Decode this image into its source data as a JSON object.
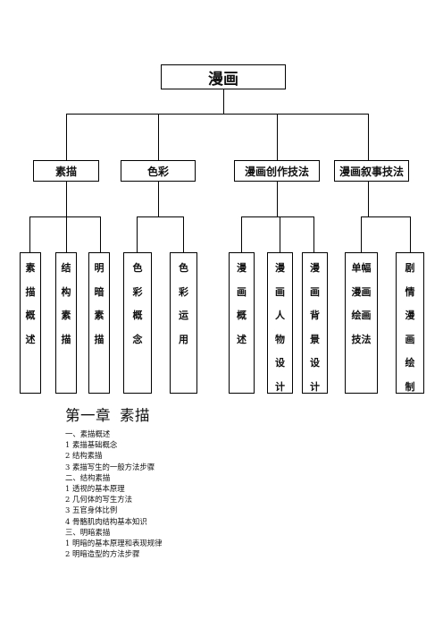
{
  "root": "漫画",
  "categories": [
    {
      "label": "素描",
      "children": [
        "素描概述",
        "结构素描",
        "明暗素描"
      ]
    },
    {
      "label": "色彩",
      "children": [
        "色彩概念",
        "色彩运用"
      ]
    },
    {
      "label": "漫画创作技法",
      "children": [
        "漫画概述",
        "漫画人物设计",
        "漫画背景设计"
      ]
    },
    {
      "label": "漫画叙事技法",
      "children": [
        [
          "单幅",
          "漫画",
          "绘画",
          "技法"
        ],
        "剧情漫画绘制"
      ]
    }
  ],
  "document": {
    "chapter_title": "第一章",
    "chapter_name": "素描",
    "lines": [
      "一、素描概述",
      "1 素描基础概念",
      "2 结构素描",
      "3 素描写生的一般方法步骤",
      "二、结构素描",
      "1 透视的基本原理",
      "2 几何体的写生方法",
      "3 五官身体比例",
      "4 骨骼肌肉结构基本知识",
      "三、明暗素描",
      "1 明暗的基本原理和表现规律",
      "2 明暗造型的方法步骤"
    ]
  }
}
